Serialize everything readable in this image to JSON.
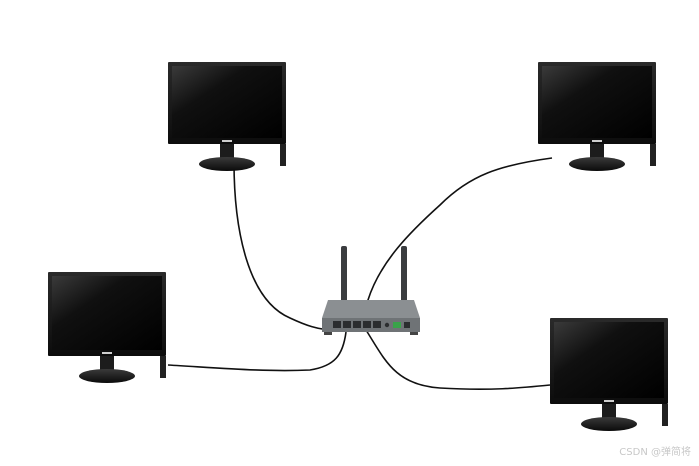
{
  "watermark": "CSDN @弹简将",
  "colors": {
    "screen": "#050505",
    "bezel": "#1a1a1a",
    "cable": "#111111",
    "router_body": "#6f7376",
    "router_port": "#2b2d2f",
    "port_led": "#3aa34a",
    "antenna": "#3b3d40"
  },
  "devices": [
    {
      "id": "monitor-top-left",
      "type": "monitor"
    },
    {
      "id": "monitor-top-right",
      "type": "monitor"
    },
    {
      "id": "monitor-bottom-left",
      "type": "monitor"
    },
    {
      "id": "monitor-bottom-right",
      "type": "monitor"
    },
    {
      "id": "router",
      "type": "router"
    }
  ],
  "links": [
    {
      "from": "monitor-top-left",
      "to": "router"
    },
    {
      "from": "monitor-top-right",
      "to": "router"
    },
    {
      "from": "monitor-bottom-left",
      "to": "router"
    },
    {
      "from": "monitor-bottom-right",
      "to": "router"
    }
  ]
}
